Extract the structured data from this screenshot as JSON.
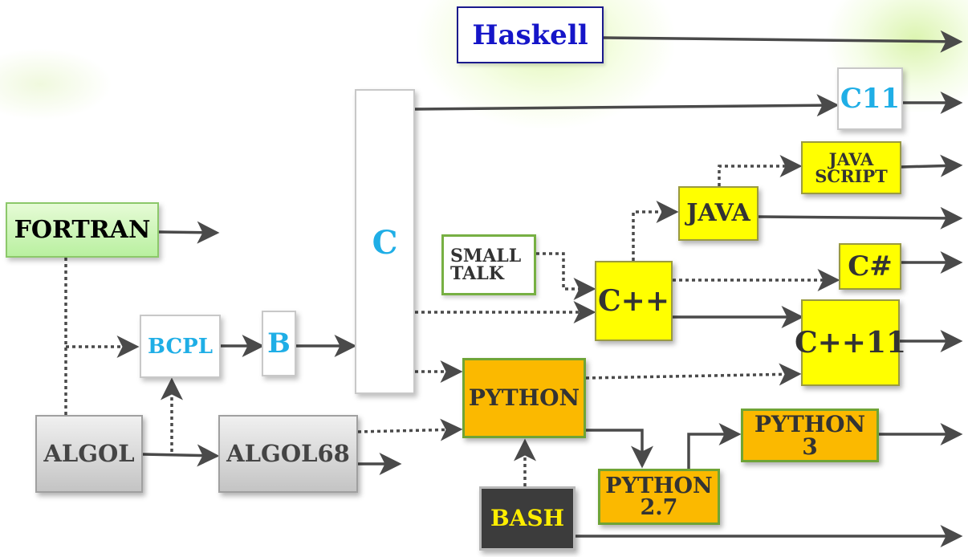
{
  "nodes": {
    "haskell": "Haskell",
    "c11": "C11",
    "javascript_line1": "JAVA",
    "javascript_line2": "SCRIPT",
    "java": "JAVA",
    "fortran": "FORTRAN",
    "c": "C",
    "smalltalk_line1": "SMALL",
    "smalltalk_line2": "TALK",
    "csharp": "C#",
    "cpp": "C++",
    "bcpl": "BCPL",
    "b": "B",
    "cpp11": "C++11",
    "python": "PYTHON",
    "python3": "PYTHON 3",
    "algol": "ALGOL",
    "algol68": "ALGOL68",
    "python27_line1": "PYTHON",
    "python27_line2": "2.7",
    "bash": "BASH"
  },
  "colors": {
    "edge": "#4a4a4a",
    "light_blue_text": "#1faee6",
    "yellow_box": "#ffff00",
    "orange_box": "#fbb900",
    "green_border": "#77b043",
    "bash_text": "#ffee00",
    "haskell_text": "#1515c8"
  }
}
